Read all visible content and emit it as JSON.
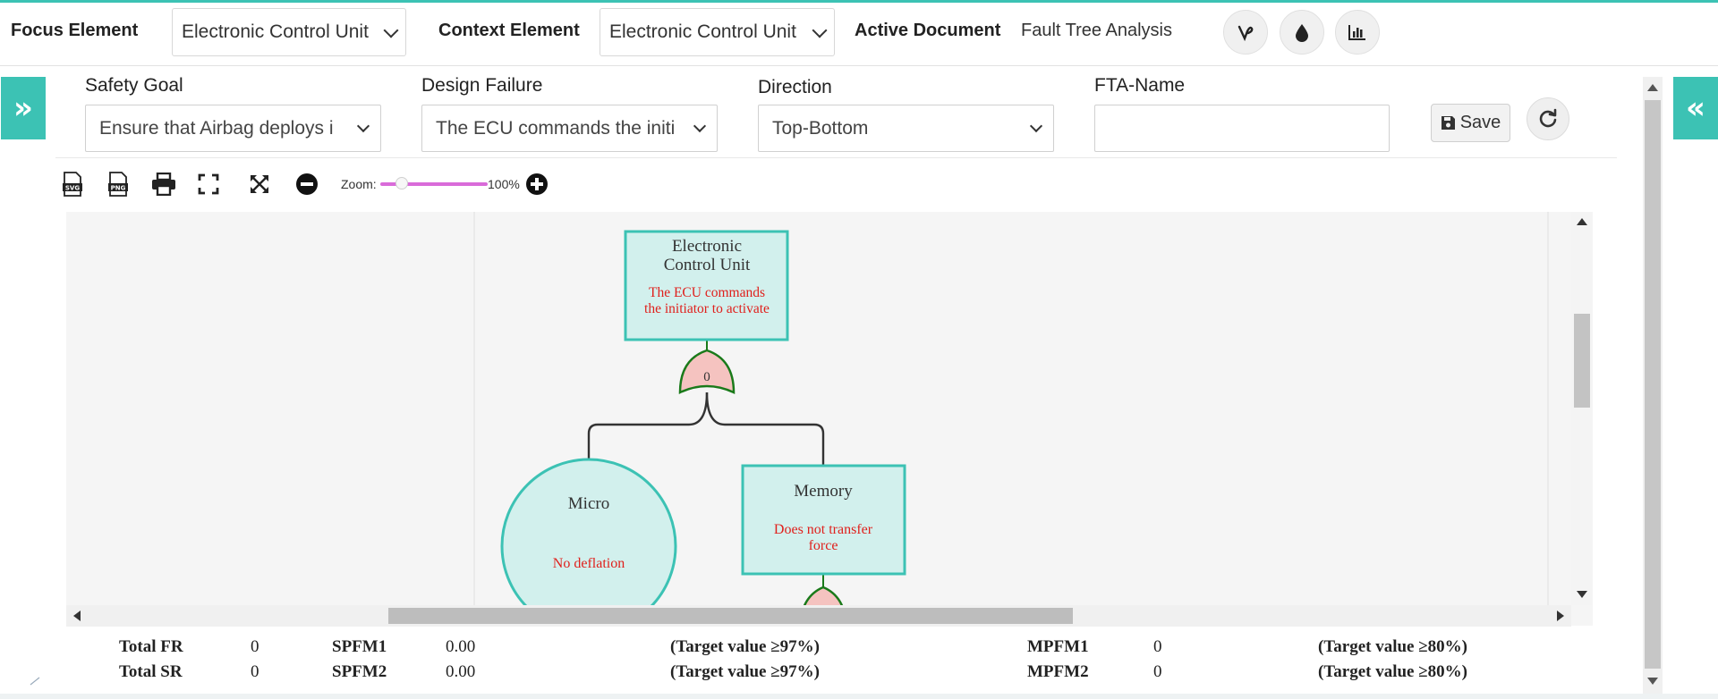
{
  "header": {
    "focus_label": "Focus Element",
    "focus_value": "Electronic Control Unit",
    "context_label": "Context Element",
    "context_value": "Electronic Control Unit",
    "active_doc_label": "Active Document",
    "active_doc_value": "Fault Tree Analysis",
    "buttons": [
      "vine-icon",
      "droplet-icon",
      "bar-chart-icon"
    ]
  },
  "form": {
    "safety_goal_label": "Safety Goal",
    "safety_goal_value": "Ensure that Airbag deploys i",
    "design_failure_label": "Design Failure",
    "design_failure_value": "The ECU commands the initi",
    "direction_label": "Direction",
    "direction_value": "Top-Bottom",
    "fta_name_label": "FTA-Name",
    "fta_name_value": "",
    "save_label": "Save"
  },
  "toolbar": {
    "zoom_label": "Zoom:",
    "zoom_value": "100%",
    "zoom_fraction": 0.2
  },
  "tree": {
    "top_event": {
      "title_line1": "Electronic",
      "title_line2": "Control Unit",
      "desc_line1": "The ECU commands",
      "desc_line2": "the initiator to activate"
    },
    "gate_value": "0",
    "child_circle": {
      "title": "Micro",
      "desc": "No deflation"
    },
    "child_box": {
      "title": "Memory",
      "desc_line1": "Does not transfer",
      "desc_line2": "force"
    }
  },
  "stats": {
    "total_fr_label": "Total FR",
    "total_fr_value": "0",
    "total_sr_label": "Total SR",
    "total_sr_value": "0",
    "spfm1_label": "SPFM1",
    "spfm1_value": "0.00",
    "spfm1_target": "(Target value ≥97%)",
    "spfm2_label": "SPFM2",
    "spfm2_value": "0.00",
    "spfm2_target": "(Target value ≥97%)",
    "mpfm1_label": "MPFM1",
    "mpfm1_value": "0",
    "mpfm1_target": "(Target value ≥80%)",
    "mpfm2_label": "MPFM2",
    "mpfm2_value": "0",
    "mpfm2_target": "(Target value ≥80%)"
  },
  "colors": {
    "accent": "#3cc2b4",
    "node_fill": "#d2f0ed",
    "node_stroke": "#3cc2b4",
    "failure_text": "#e0201c",
    "gate_fill": "#f5c3c0",
    "gate_stroke": "#1a7a1a"
  }
}
